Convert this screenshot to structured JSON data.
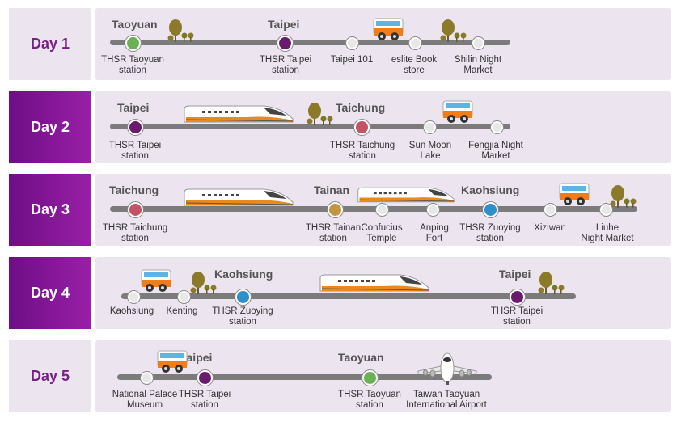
{
  "days": [
    {
      "label": "Day 1",
      "cities": [
        "Taoyuan",
        "Taipei"
      ],
      "stops": [
        [
          "THSR Taoyuan",
          "station"
        ],
        [
          "THSR Taipei",
          "station"
        ],
        [
          "Taipei 101"
        ],
        [
          "eslite Book",
          "store"
        ],
        [
          "Shilin Night",
          "Market"
        ]
      ]
    },
    {
      "label": "Day 2",
      "cities": [
        "Taipei",
        "Taichung"
      ],
      "stops": [
        [
          "THSR Taipei",
          "station"
        ],
        [
          "THSR Taichung",
          "station"
        ],
        [
          "Sun Moon",
          "Lake"
        ],
        [
          "Fengjia Night",
          "Market"
        ]
      ]
    },
    {
      "label": "Day 3",
      "cities": [
        "Taichung",
        "Tainan",
        "Kaohsiung"
      ],
      "stops": [
        [
          "THSR Taichung",
          "station"
        ],
        [
          "THSR Tainan",
          "station"
        ],
        [
          "Confucius",
          "Temple"
        ],
        [
          "Anping",
          "Fort"
        ],
        [
          "THSR Zuoying",
          "station"
        ],
        [
          "Xiziwan"
        ],
        [
          "Liuhe",
          "Night Market"
        ]
      ]
    },
    {
      "label": "Day 4",
      "cities": [
        "Kaohsiung",
        "Taipei"
      ],
      "stops": [
        [
          "Kaohsiung"
        ],
        [
          "Kenting"
        ],
        [
          "THSR Zuoying",
          "station"
        ],
        [
          "THSR Taipei",
          "station"
        ]
      ]
    },
    {
      "label": "Day 5",
      "cities": [
        "Taipei",
        "Taoyuan"
      ],
      "stops": [
        [
          "National Palace",
          "Museum"
        ],
        [
          "THSR Taipei",
          "station"
        ],
        [
          "THSR Taoyuan",
          "station"
        ],
        [
          "Taiwan Taoyuan",
          "International Airport"
        ]
      ]
    }
  ],
  "colors": {
    "day_label_text": "#7a1f87",
    "panel_bg": "#ece4ee",
    "track": "#7b7b7b",
    "taoyuan": "#6ab055",
    "taipei": "#6a1b6e",
    "taichung": "#c35466",
    "tainan": "#c49440",
    "zuoying": "#2f8fc8",
    "bus": "#f07d1a",
    "train_stripe": "#e9891e"
  },
  "icons": [
    "tree-icon",
    "bus-icon",
    "train-icon",
    "airplane-icon"
  ]
}
